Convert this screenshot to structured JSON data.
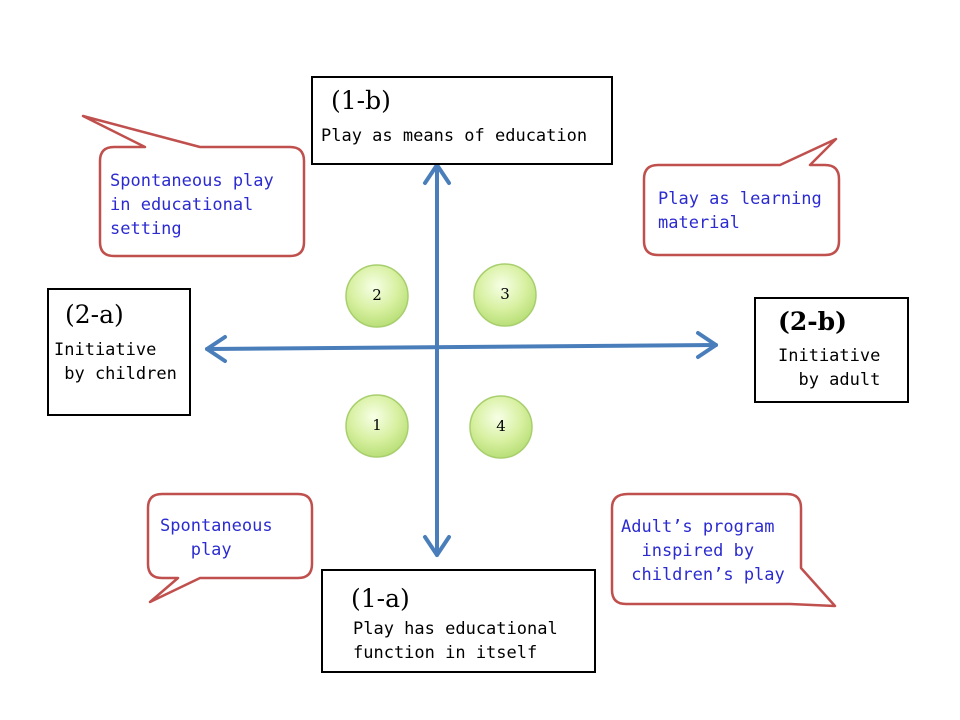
{
  "axes": {
    "top": {
      "code": "(1-b)",
      "text": "Play as means of education"
    },
    "bottom": {
      "code": "(1-a)",
      "text_lines": [
        "Play has educational",
        "function in itself"
      ]
    },
    "left": {
      "code": "(2-a)",
      "text_lines": [
        "Initiative",
        " by children"
      ]
    },
    "right": {
      "code": "(2-b)",
      "text_lines": [
        "Initiative",
        "  by adult"
      ]
    }
  },
  "quadrants": [
    "2",
    "3",
    "1",
    "4"
  ],
  "bubbles": {
    "top_left": [
      "Spontaneous play",
      "in educational",
      "setting"
    ],
    "top_right": [
      "Play as learning",
      "material"
    ],
    "bottom_left": [
      "Spontaneous",
      "   play"
    ],
    "bottom_right": [
      "Adult’s program",
      "  inspired by",
      " children’s play"
    ]
  },
  "colors": {
    "arrow": "#4a7ebb",
    "bubble_border": "#c0504d",
    "bubble_text": "#2b2bd0",
    "circle_fill": "#d7f0a0",
    "circle_border": "#a8cf6e"
  }
}
